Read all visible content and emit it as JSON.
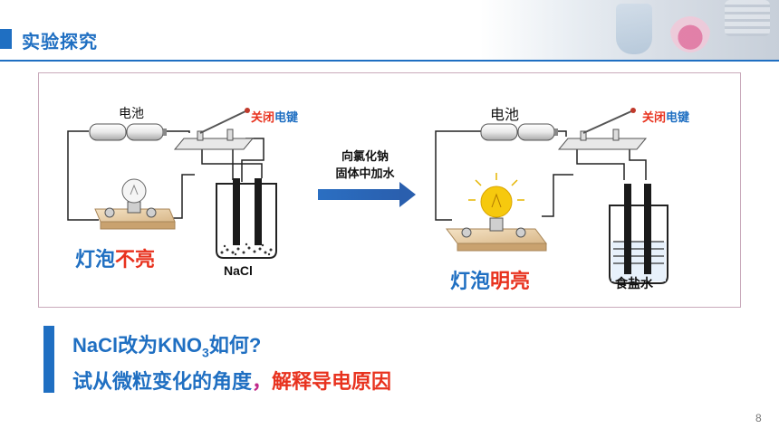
{
  "header": {
    "title": "实验探究"
  },
  "diagram": {
    "left": {
      "battery_label": "电池",
      "switch_label_part1": "关闭",
      "switch_label_part2": "电键",
      "bulb_label_part1": "灯泡",
      "bulb_label_part2": "不亮",
      "beaker_label": "NaCl"
    },
    "arrow": {
      "line1": "向氯化钠",
      "line2": "固体中加水"
    },
    "right": {
      "battery_label": "电池",
      "switch_label_part1": "关闭",
      "switch_label_part2": "电键",
      "bulb_label_part1": "灯泡",
      "bulb_label_part2": "明亮",
      "beaker_label": "食盐水"
    }
  },
  "question": {
    "line1_prefix": "NaCl改为KNO",
    "line1_sub": "3",
    "line1_suffix": "如何?",
    "line2_part1": "试从微粒变化的角度",
    "line2_comma": "，",
    "line2_part2": "解释导电原因"
  },
  "page_number": "8",
  "colors": {
    "accent": "#1f6fc2",
    "red": "#e8321e",
    "border": "#c9aabb"
  }
}
